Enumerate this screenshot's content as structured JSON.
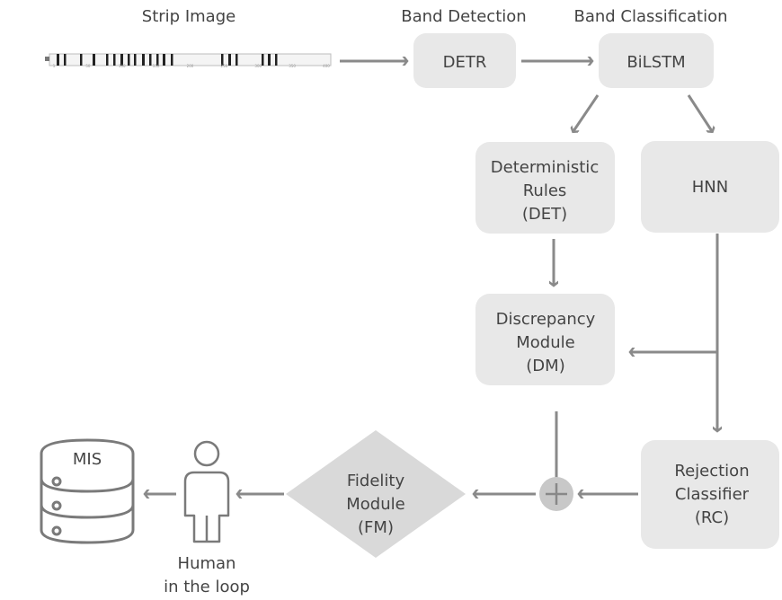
{
  "headers": {
    "strip_image": "Strip Image",
    "band_detection": "Band Detection",
    "band_classification": "Band Classification"
  },
  "nodes": {
    "detr": "DETR",
    "bilstm": "BiLSTM",
    "det": [
      "Deterministic",
      "Rules",
      "(DET)"
    ],
    "hnn": "HNN",
    "dm": [
      "Discrepancy",
      "Module",
      "(DM)"
    ],
    "rc": [
      "Rejection",
      "Classifier",
      "(RC)"
    ],
    "fm": [
      "Fidelity",
      "Module",
      "(FM)"
    ],
    "mis": "MIS",
    "human": [
      "Human",
      "in the loop"
    ]
  },
  "strip_ticks": [
    "1",
    "50",
    "100",
    "150",
    "200",
    "250",
    "300",
    "350",
    "400"
  ],
  "colors": {
    "box_fill": "#e8e8e8",
    "arrow": "#8a8a8a",
    "text": "#444444",
    "icon_stroke": "#7a7a7a",
    "plus_fill": "#c8c8c8"
  }
}
